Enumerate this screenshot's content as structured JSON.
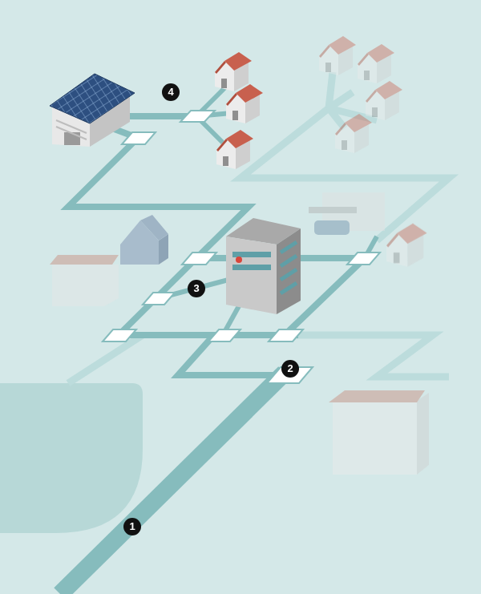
{
  "diagram": {
    "labels": [
      "4",
      "3",
      "2",
      "1"
    ]
  }
}
